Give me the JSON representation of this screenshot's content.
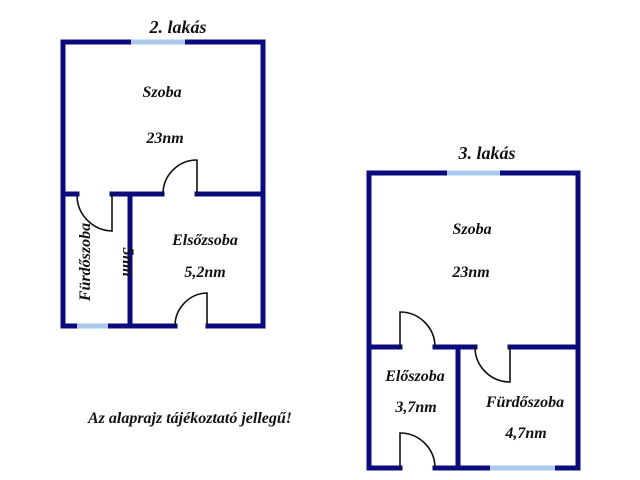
{
  "colors": {
    "wall": "#0b0b7e",
    "window": "#a9c9ef",
    "door": "#111111"
  },
  "apartment_2": {
    "title": "2. lakás",
    "rooms": {
      "szoba": {
        "name": "Szoba",
        "area": "23nm"
      },
      "eloszoba": {
        "name": "Elsőzsoba",
        "area": "5,2nm"
      },
      "furdoszoba": {
        "name": "Fürdőszoba",
        "area": "5nm"
      }
    }
  },
  "apartment_3": {
    "title": "3. lakás",
    "rooms": {
      "szoba": {
        "name": "Szoba",
        "area": "23nm"
      },
      "eloszoba": {
        "name": "Előszoba",
        "area": "3,7nm"
      },
      "furdoszoba": {
        "name": "Fürdőszoba",
        "area": "4,7nm"
      }
    }
  },
  "note": "Az alaprajz tájékoztató jellegű!"
}
